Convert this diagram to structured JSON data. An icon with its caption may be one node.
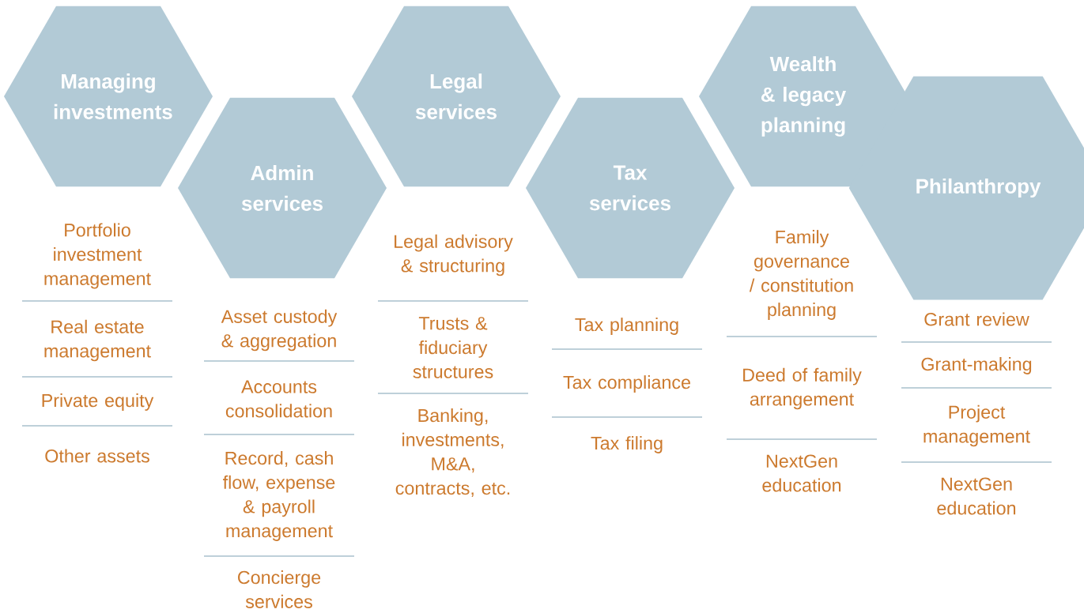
{
  "diagram": {
    "nodes": [
      {
        "text": [
          "Managing investments"
        ]
      },
      {
        "text": [
          "Admin services"
        ]
      },
      {
        "text": [
          "Legal services"
        ]
      },
      {
        "text": [
          "Tax services"
        ]
      },
      {
        "text": [
          "Wealth & legacy planning"
        ]
      },
      {
        "text": [
          "Philanthropy"
        ]
      }
    ],
    "labels": [
      "Portfolio investment management",
      "Real estate management",
      "Private equity",
      "Other assets",
      "Asset custody & aggregation",
      "Accounts consolidation",
      "Record, cash flow, expense & payroll management",
      "Concierge services",
      "Legal advisory & structuring",
      "Trusts & fiduciary structures",
      "Banking, investments, M&A, contracts, etc.",
      "Tax planning",
      "Tax compliance",
      "Tax filing",
      "Family governance / constitution planning",
      "Deed of family arrangement",
      "NextGen education",
      "Grant review",
      "Grant-making",
      "Project management",
      "NextGen education"
    ]
  }
}
